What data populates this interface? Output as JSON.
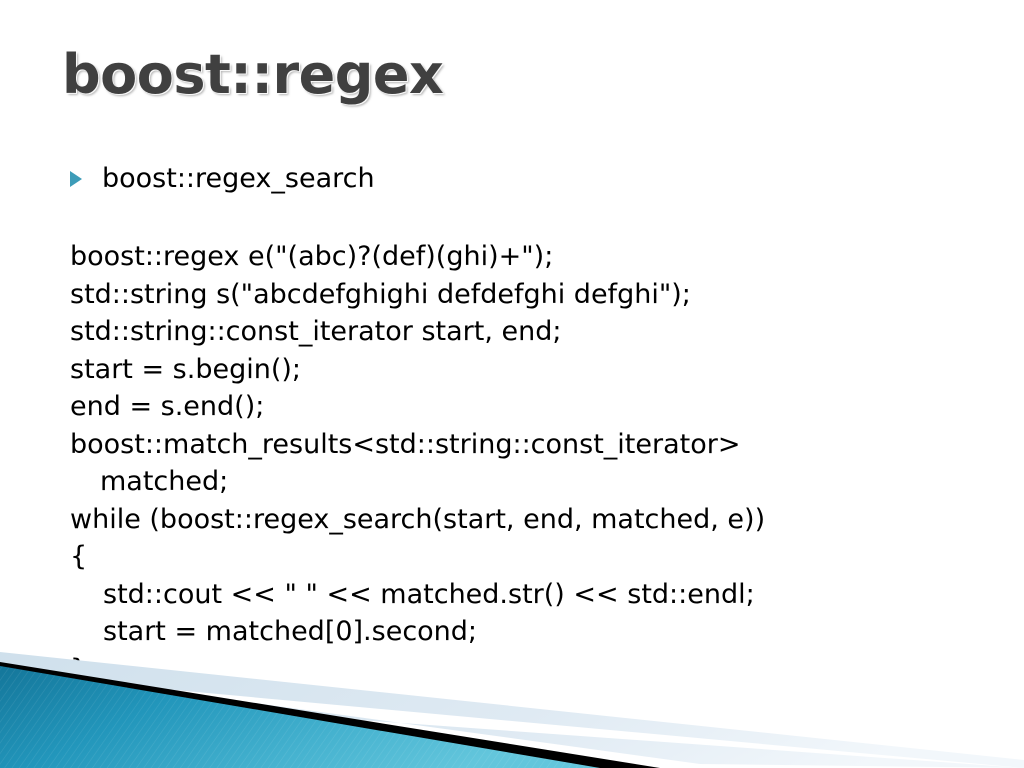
{
  "slide": {
    "title": "boost::regex",
    "bullets": [
      {
        "marker": "triangle-bullet-icon",
        "text": "boost::regex_search"
      }
    ],
    "code_lines": [
      {
        "text": "boost::regex e(\"(abc)?(def)(ghi)+\");",
        "indent": 0
      },
      {
        "text": "std::string s(\"abcdefghighi defdefghi defghi\");",
        "indent": 0
      },
      {
        "text": "std::string::const_iterator start, end;",
        "indent": 0
      },
      {
        "text": "start = s.begin();",
        "indent": 0
      },
      {
        "text": "end = s.end();",
        "indent": 0
      },
      {
        "text": "boost::match_results<std::string::const_iterator>",
        "indent": 0
      },
      {
        "text": "matched;",
        "indent": 1
      },
      {
        "text": "while (boost::regex_search(start, end, matched, e))",
        "indent": 0
      },
      {
        "text": "{",
        "indent": 0
      },
      {
        "text": "std::cout << \" \" << matched.str() << std::endl;",
        "indent": 2
      },
      {
        "text": "start = matched[0].second;",
        "indent": 2
      },
      {
        "text": "}",
        "indent": 0
      }
    ]
  },
  "colors": {
    "title_text": "#404040",
    "body_text": "#000000",
    "bullet_marker": "#3d9cb8",
    "decor_teal_dark": "#1b7fa3",
    "decor_teal_light": "#58bdd6",
    "decor_black": "#000000",
    "decor_pale_blue": "#dce9f2",
    "background": "#ffffff"
  }
}
